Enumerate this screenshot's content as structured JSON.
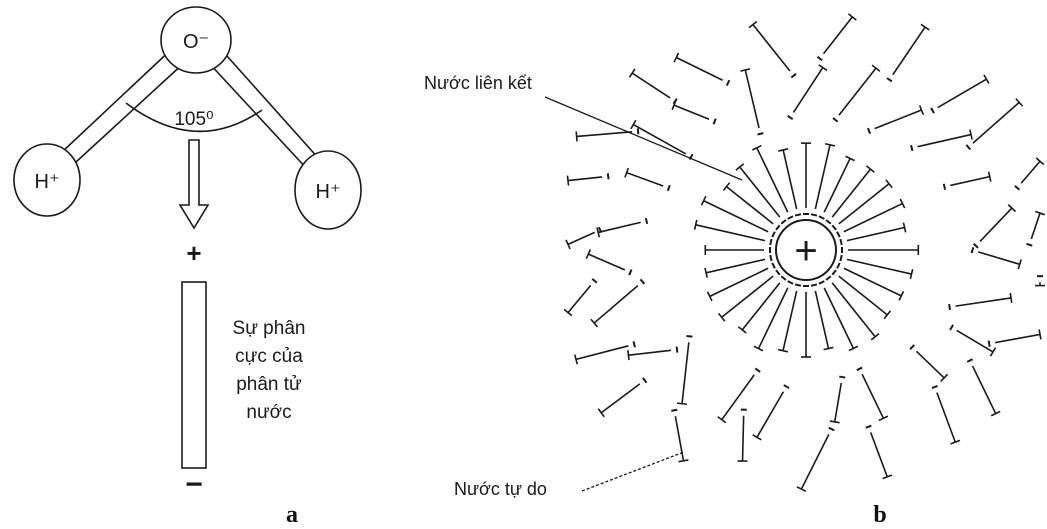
{
  "panel_a": {
    "oxygen_label": "O⁻",
    "hydrogen_left_label": "H⁺",
    "hydrogen_right_label": "H⁺",
    "angle_label": "105⁰",
    "plus_sign": "+",
    "minus_sign": "−",
    "polarity_caption": [
      "Sự phân",
      "cực của",
      "phân tử",
      "nước"
    ],
    "panel_letter": "a"
  },
  "panel_b": {
    "center_charge": "+",
    "bound_water_label": "Nước liên kết",
    "free_water_label": "Nước tự do",
    "panel_letter": "b",
    "inner_dipole_count": 28,
    "outer_dipole_count": 46
  }
}
